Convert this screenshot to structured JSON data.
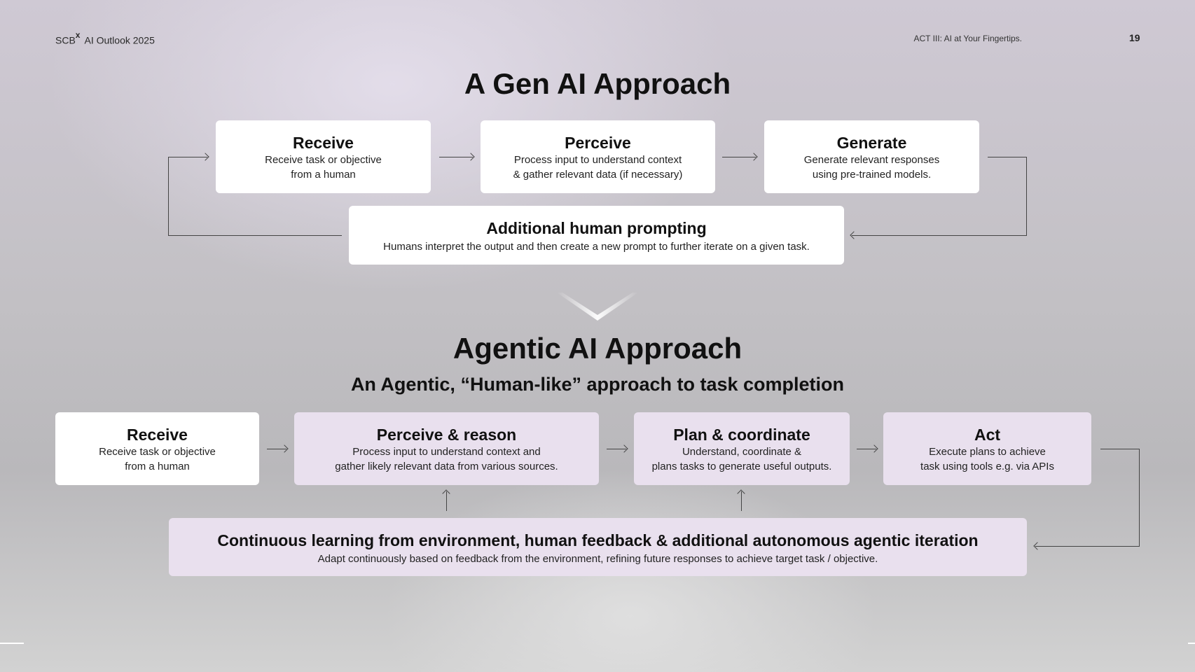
{
  "header": {
    "brand": "SCB",
    "brand_mark": "x",
    "doc_title": "AI Outlook 2025",
    "section": "ACT III: AI at Your Fingertips.",
    "page_number": "19"
  },
  "genai": {
    "title": "A Gen AI Approach",
    "steps": [
      {
        "title": "Receive",
        "line1": "Receive task or objective",
        "line2": "from a human"
      },
      {
        "title": "Perceive",
        "line1": "Process input to understand context",
        "line2": "& gather relevant data (if necessary)"
      },
      {
        "title": "Generate",
        "line1": "Generate relevant responses",
        "line2": "using pre-trained models."
      }
    ],
    "loop": {
      "title": "Additional human prompting",
      "desc": "Humans interpret the output and then create a new prompt to further iterate on a given task."
    }
  },
  "agentic": {
    "title": "Agentic AI Approach",
    "subtitle": "An Agentic, “Human-like” approach to task completion",
    "steps": [
      {
        "title": "Receive",
        "line1": "Receive task or objective",
        "line2": "from a human"
      },
      {
        "title": "Perceive & reason",
        "line1": "Process input to understand context and",
        "line2": "gather likely relevant data from various sources."
      },
      {
        "title": "Plan & coordinate",
        "line1": "Understand, coordinate &",
        "line2": "plans tasks to generate useful outputs."
      },
      {
        "title": "Act",
        "line1": "Execute plans to achieve",
        "line2": "task using tools e.g. via APIs"
      }
    ],
    "loop": {
      "title": "Continuous learning from environment, human feedback & additional autonomous agentic iteration",
      "desc": "Adapt continuously based on feedback from the environment, refining future responses to achieve target task / objective."
    }
  },
  "colors": {
    "accent_box": "#e9e0ee",
    "white_box": "#ffffff",
    "text": "#111111"
  }
}
